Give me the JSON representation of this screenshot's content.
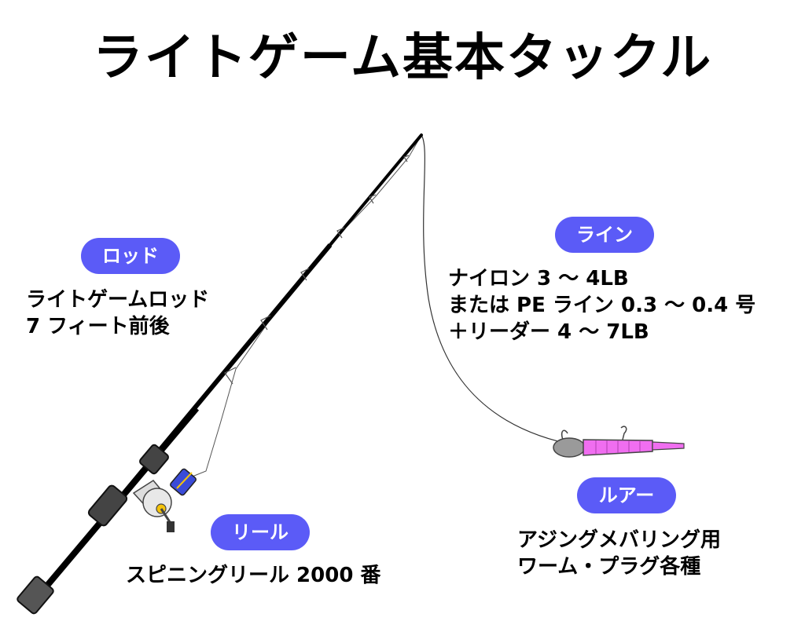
{
  "title": "ライトゲーム基本タックル",
  "rod": {
    "label": "ロッド",
    "lines": [
      "ライトゲームロッド",
      "7 フィート前後"
    ]
  },
  "line": {
    "label": "ライン",
    "lines": [
      "ナイロン 3 〜 4LB",
      "または PE ライン 0.3 〜 0.4 号",
      "＋リーダー 4 〜 7LB"
    ]
  },
  "reel": {
    "label": "リール",
    "lines": [
      "スピニングリール 2000 番"
    ]
  },
  "lure": {
    "label": "ルアー",
    "lines": [
      "アジングメバリング用",
      "ワーム・プラグ各種"
    ]
  },
  "colors": {
    "badge": "#5b5bf7",
    "worm": "#f06ef0",
    "spool": "#3a4bd8"
  }
}
